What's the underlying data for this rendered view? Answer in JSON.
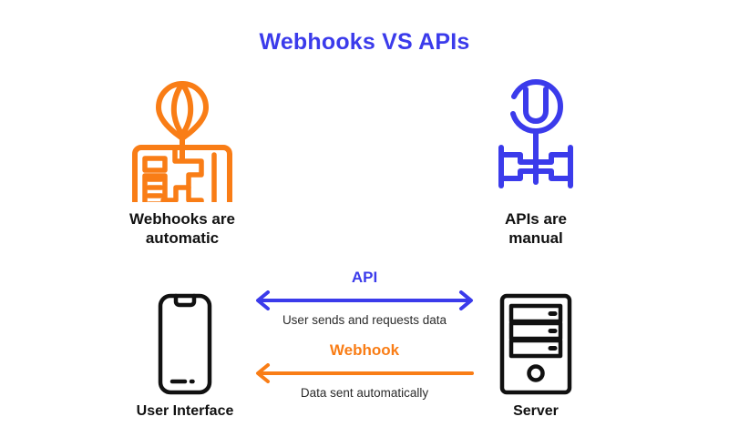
{
  "title": "Webhooks VS APIs",
  "colors": {
    "blue": "#3b3beb",
    "orange": "#f97d16",
    "text_dark": "#111111",
    "background": "#ffffff"
  },
  "comparison": {
    "left": {
      "icon": "automatic-gear-shift-icon",
      "caption": "Webhooks are\nautomatic",
      "color": "#f97d16"
    },
    "right": {
      "icon": "manual-gear-shift-icon",
      "caption": "APIs are\nmanual",
      "color": "#3b3beb"
    }
  },
  "diagram": {
    "nodes": [
      {
        "icon": "smartphone-icon",
        "caption": "User Interface"
      },
      {
        "icon": "server-tower-icon",
        "caption": "Server"
      }
    ],
    "flows": [
      {
        "label": "API",
        "description": "User sends and requests data",
        "direction": "bidirectional",
        "color": "#3b3beb",
        "arrow_icon": "double-headed-arrow-icon"
      },
      {
        "label": "Webhook",
        "description": "Data sent automatically",
        "direction": "right-to-left",
        "color": "#f97d16",
        "arrow_icon": "left-arrow-icon"
      }
    ]
  }
}
